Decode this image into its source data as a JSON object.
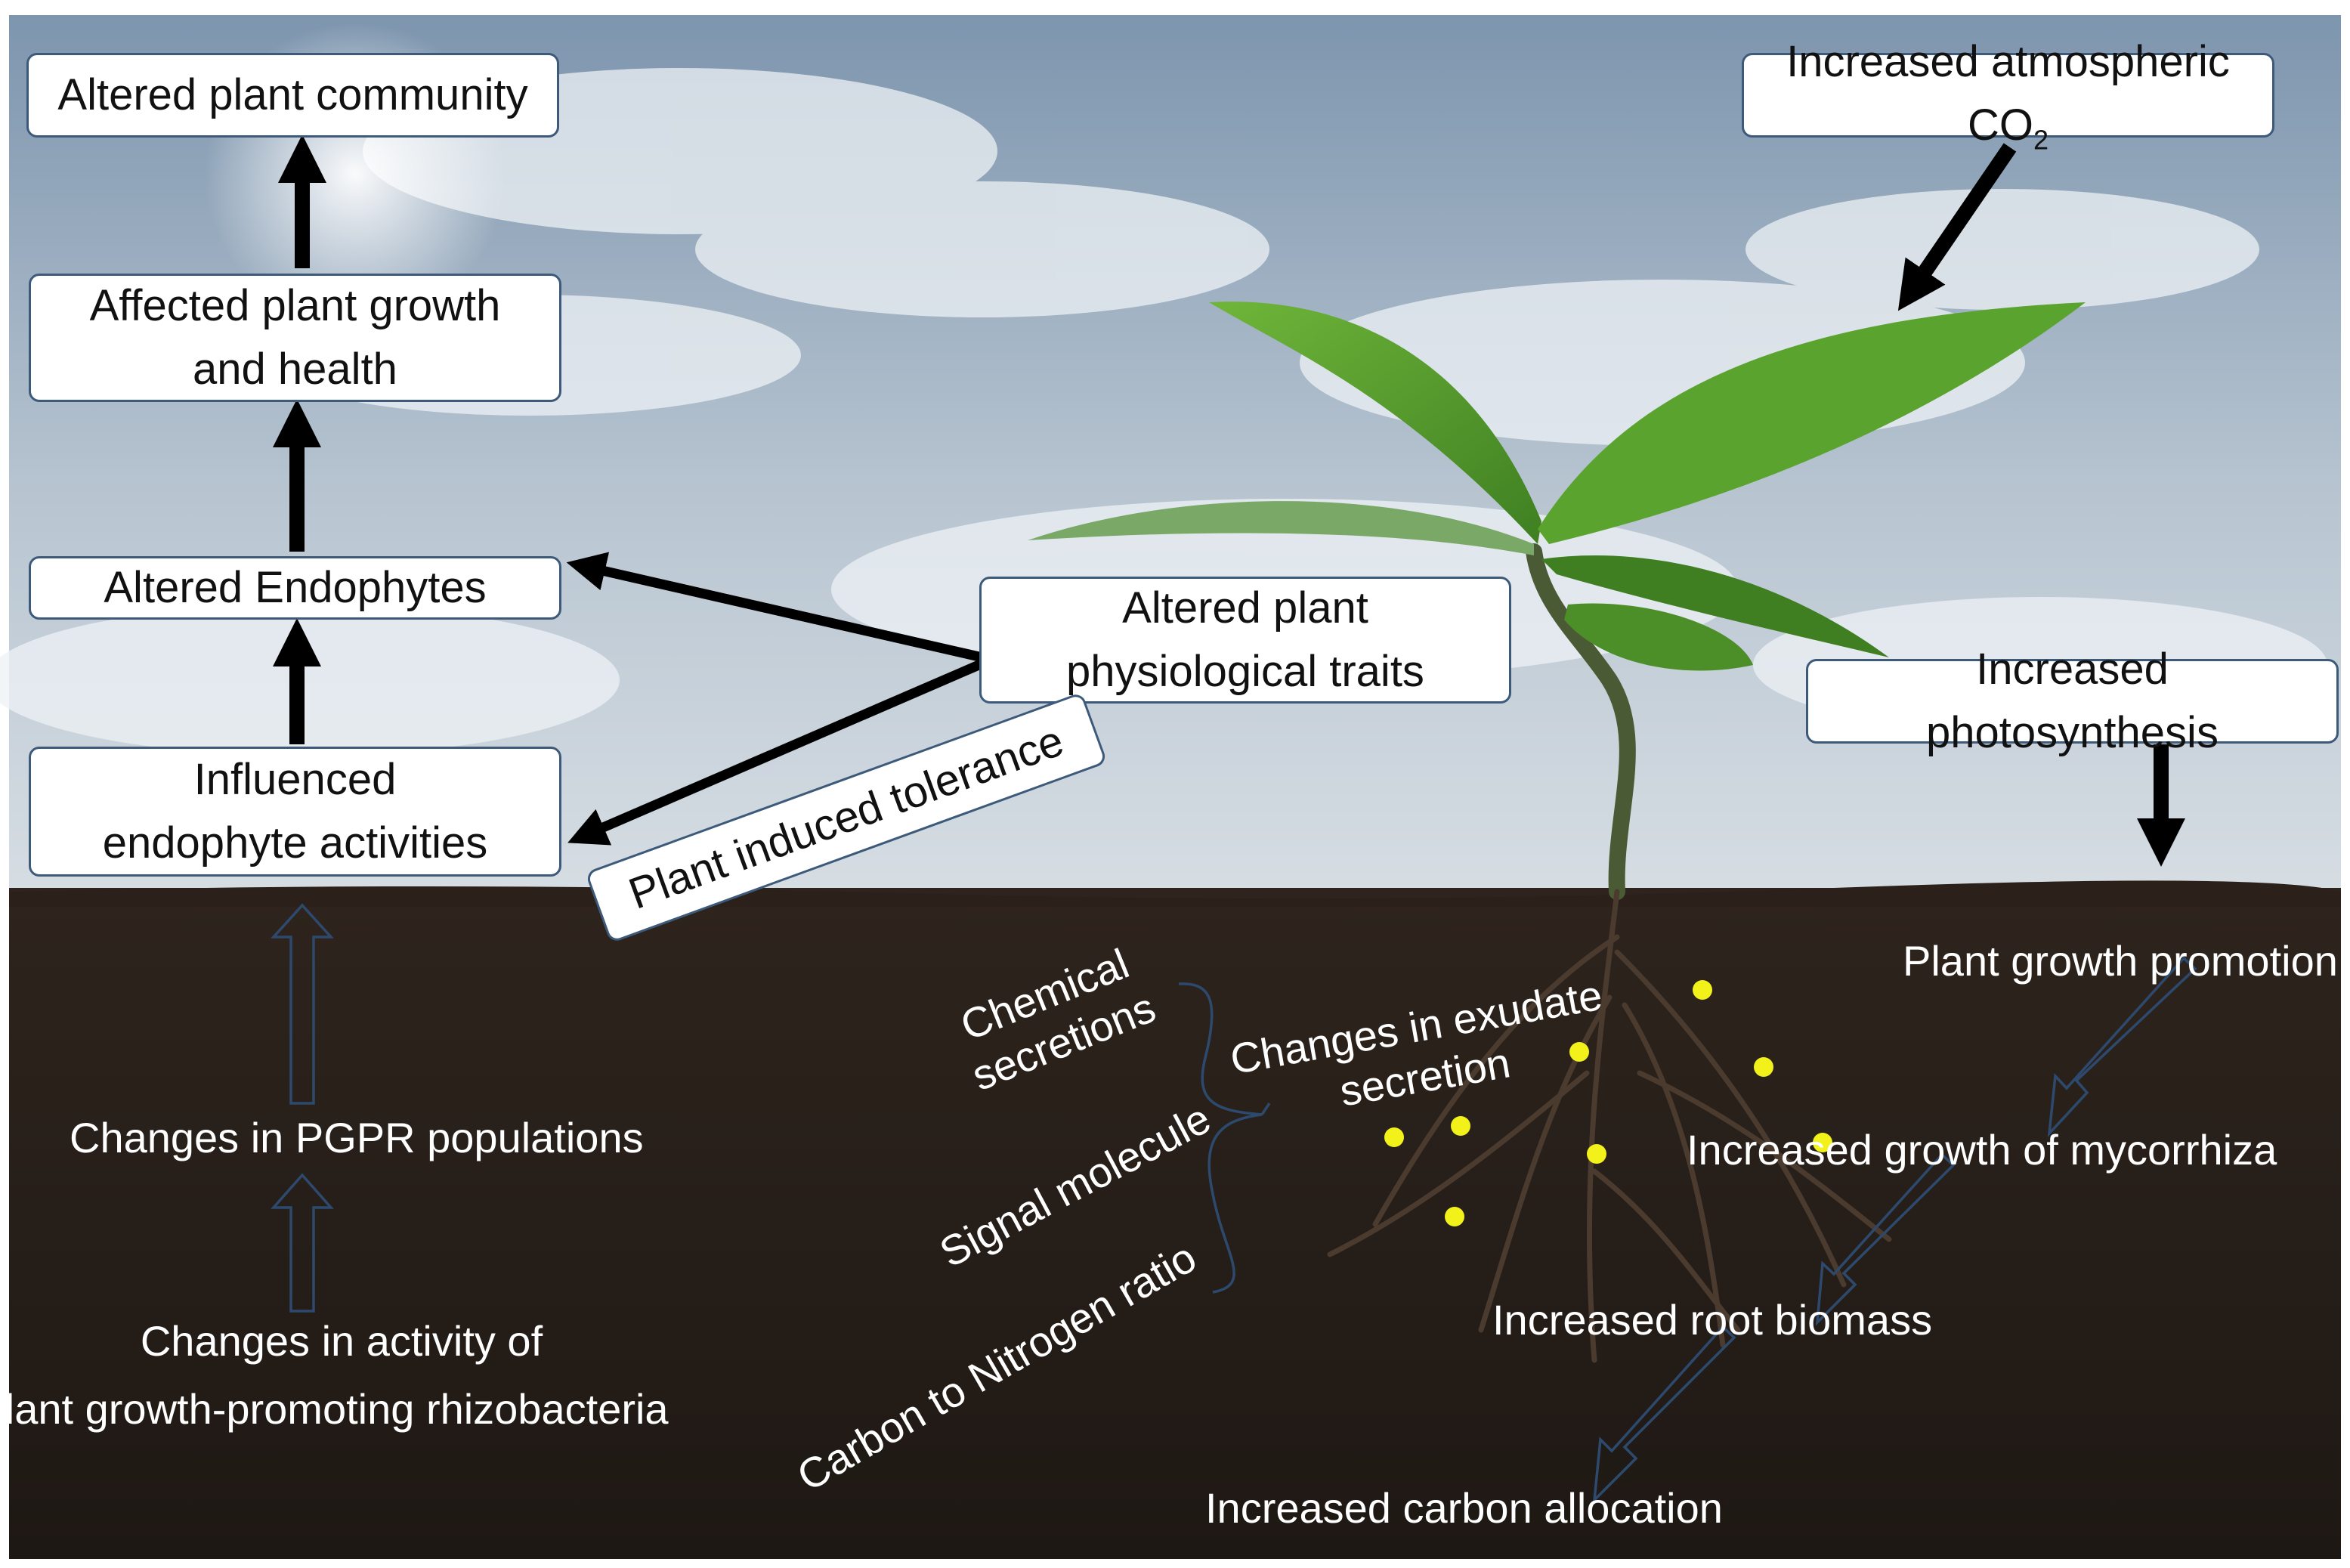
{
  "boxes": {
    "altered_plant_community": "Altered plant community",
    "affected_plant_growth": "Affected plant growth and health",
    "altered_endophytes": "Altered Endophytes",
    "influenced_endophyte_activities": "Influenced endophyte activities",
    "altered_physiological_traits": "Altered plant physiological traits",
    "plant_induced_tolerance": "Plant induced tolerance",
    "increased_co2_prefix": "Increased atmospheric CO",
    "increased_co2_subscript": "2",
    "increased_photosynthesis": "Increased photosynthesis"
  },
  "soil_labels": {
    "changes_pgpr_populations": "Changes in PGPR populations",
    "changes_activity_line1": "Changes in activity of",
    "changes_activity_line2": "Plant growth-promoting rhizobacteria",
    "chemical_secretions_line1": "Chemical",
    "chemical_secretions_line2": "secretions",
    "signal_molecule": "Signal molecule",
    "carbon_nitrogen_ratio": "Carbon to Nitrogen ratio",
    "changes_exudate_line1": "Changes in exudate",
    "changes_exudate_line2": "secretion",
    "plant_growth_promotion": "Plant growth promotion",
    "increased_growth_mycorrhiza": "Increased growth of mycorrhiza",
    "increased_root_biomass": "Increased root biomass",
    "increased_carbon_allocation": "Increased carbon allocation"
  },
  "colors": {
    "sky_top": "#7f97b0",
    "sky_bottom": "#c9d3dc",
    "soil": "#241c17",
    "leaf": "#4f9a2a",
    "box_border": "#3d5a7a",
    "dot": "#f2f21a",
    "hollow_arrow": "#2d4a6e"
  }
}
